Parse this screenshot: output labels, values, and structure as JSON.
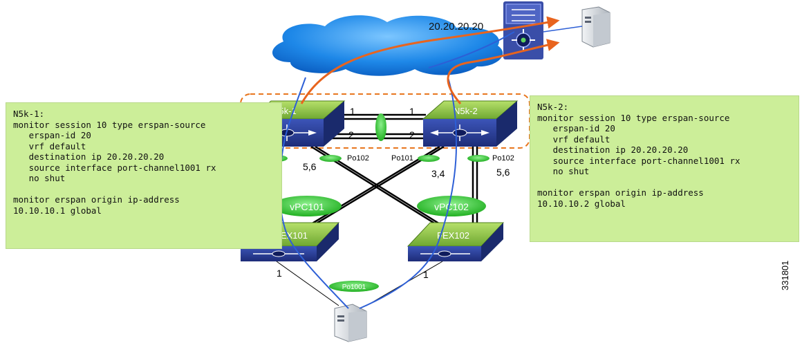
{
  "dest_ip_label": "20.20.20.20",
  "figure_id": "331801",
  "switches": {
    "n5k1": "N5k-1",
    "n5k2": "N5k-2",
    "fex101": "FEX101",
    "fex102": "FEX102"
  },
  "links": {
    "peer_top_left": "1",
    "peer_top_right": "1",
    "peer_bottom_left": "2",
    "peer_bottom_right": "2",
    "n5k1_ports": "5,6",
    "n5k2_ports_a": "3,4",
    "n5k2_ports_b": "5,6",
    "fex101_port": "1",
    "fex102_port": "1"
  },
  "port_channels": {
    "po102_left": "Po102",
    "po101": "Po101",
    "po102_right": "Po102",
    "vpc101": "vPC101",
    "vpc102": "vPC102",
    "po1001": "Po1001"
  },
  "config_left": {
    "lines": [
      "N5k-1:",
      "monitor session 10 type erspan-source",
      "   erspan-id 20",
      "   vrf default",
      "   destination ip 20.20.20.20",
      "   source interface port-channel1001 rx",
      "   no shut",
      "",
      "monitor erspan origin ip-address",
      "10.10.10.1 global"
    ]
  },
  "config_right": {
    "lines": [
      "N5k-2:",
      "monitor session 10 type erspan-source",
      "   erspan-id 20",
      "   vrf default",
      "   destination ip 20.20.20.20",
      "   source interface port-channel1001 rx",
      "   no shut",
      "",
      "monitor erspan origin ip-address",
      "10.10.10.2 global"
    ]
  },
  "colors": {
    "cloud": "#1e88e8",
    "switch_top": "#8fc64a",
    "switch_body": "#2b3f9a",
    "pc_oval": "#4cd14c",
    "span_arrow": "#e8641e",
    "monitor_link": "#2d5fd6",
    "config_bg": "#ccee99"
  }
}
